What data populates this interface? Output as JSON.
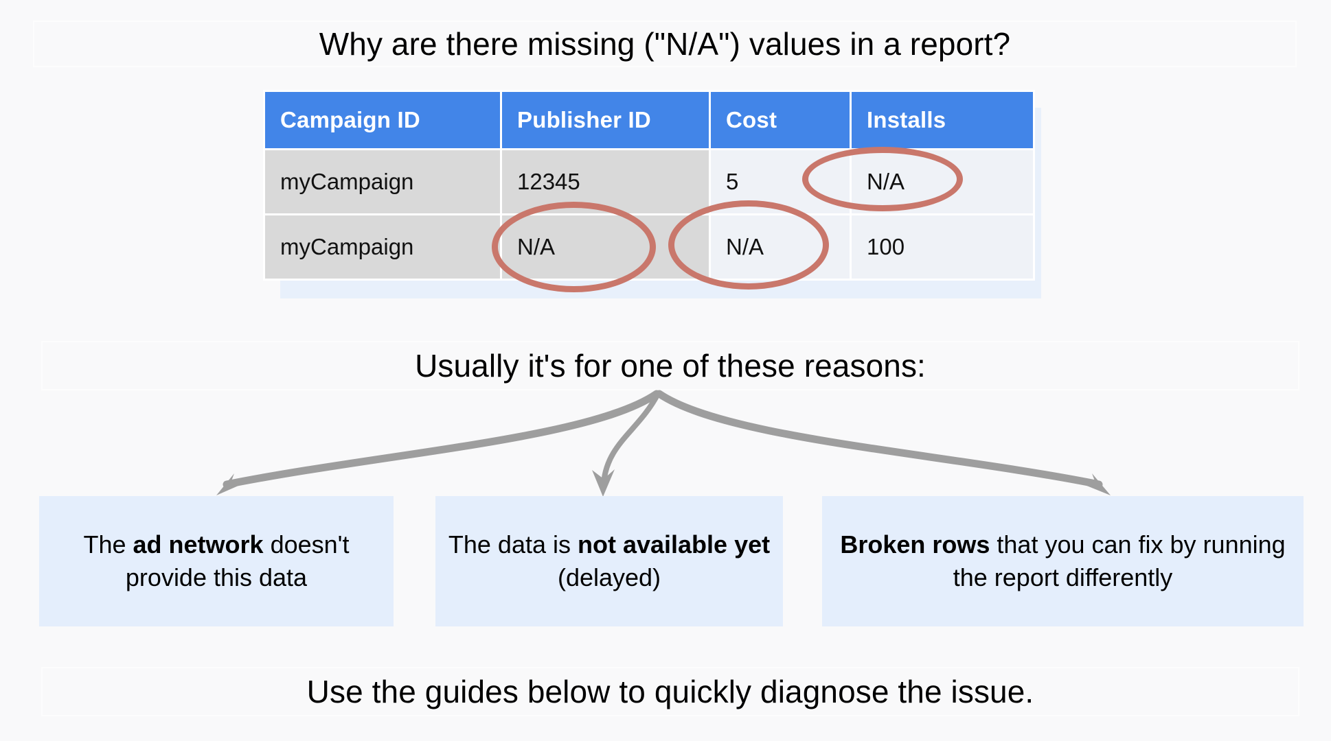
{
  "page": {
    "background_color": "#f9f9fa",
    "title": "Why are there missing (\"N/A\") values in a report?",
    "reasons_intro": "Usually it's for one of these reasons:",
    "footer": "Use the guides below to quickly diagnose the issue."
  },
  "colors": {
    "table_header_blue": "#4285e8",
    "table_row_shade_a": "#d9d9d9",
    "table_row_shade_b": "#eff2f7",
    "table_shadow_blue": "#e8f0fb",
    "annotation_red": "#c9776b",
    "reason_box_blue": "#e4eefc",
    "arrow_gray": "#9e9e9e"
  },
  "table": {
    "columns": [
      "Campaign ID",
      "Publisher ID",
      "Cost",
      "Installs"
    ],
    "rows": [
      {
        "campaign_id": "myCampaign",
        "publisher_id": "12345",
        "cost": "5",
        "installs": "N/A"
      },
      {
        "campaign_id": "myCampaign",
        "publisher_id": "N/A",
        "cost": "N/A",
        "installs": "100"
      }
    ]
  },
  "annotations": [
    {
      "name": "ellipse-installs",
      "target_value": "N/A",
      "target_cell": "row1.installs"
    },
    {
      "name": "ellipse-publisher",
      "target_value": "N/A",
      "target_cell": "row2.publisher_id"
    },
    {
      "name": "ellipse-cost",
      "target_value": "N/A",
      "target_cell": "row2.cost"
    }
  ],
  "reasons": [
    {
      "before": "The ",
      "bold": "ad network",
      "after": " doesn't provide this data",
      "plain": "The ad network doesn't provide this data"
    },
    {
      "before": "The data is ",
      "bold": "not available yet",
      "after": " (delayed)",
      "plain": "The data is not available yet (delayed)"
    },
    {
      "before": "",
      "bold": "Broken rows",
      "after": " that you can fix by running the report differently",
      "plain": "Broken rows that you can fix by running the report differently"
    }
  ]
}
